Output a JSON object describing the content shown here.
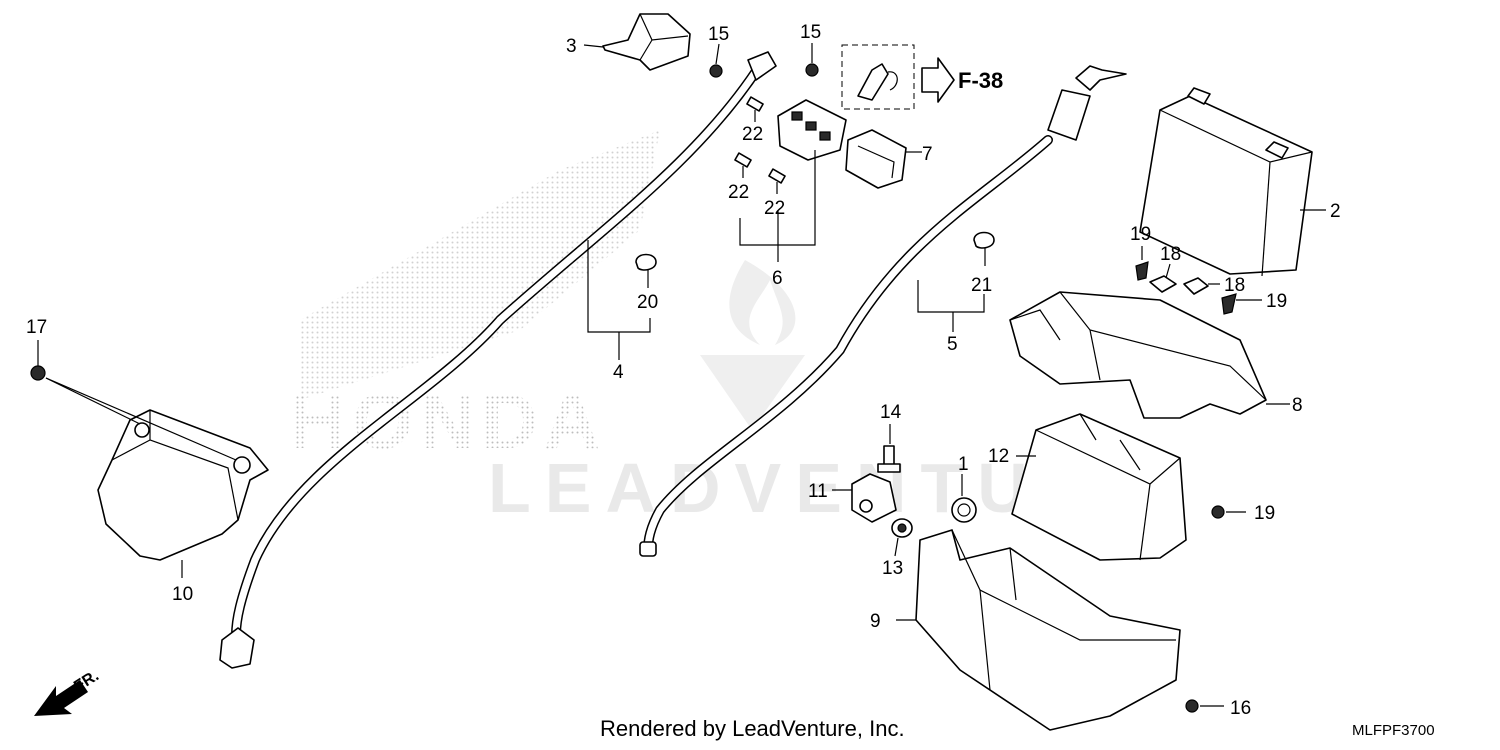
{
  "watermarks": {
    "brand": "LEADVENTURE",
    "logo": "HONDA"
  },
  "reference": {
    "label": "F-38"
  },
  "direction": {
    "label": "FR."
  },
  "credit": "Rendered by LeadVenture, Inc.",
  "diagram_code": "MLFPF3700",
  "callouts": {
    "p1": "1",
    "p2": "2",
    "p3": "3",
    "p4": "4",
    "p5": "5",
    "p6": "6",
    "p7": "7",
    "p8": "8",
    "p9": "9",
    "p10": "10",
    "p11": "11",
    "p12": "12",
    "p13": "13",
    "p14": "14",
    "p15a": "15",
    "p15b": "15",
    "p16": "16",
    "p17": "17",
    "p18a": "18",
    "p18b": "18",
    "p19a": "19",
    "p19b": "19",
    "p19c": "19",
    "p20": "20",
    "p21": "21",
    "p22a": "22",
    "p22b": "22",
    "p22c": "22"
  }
}
